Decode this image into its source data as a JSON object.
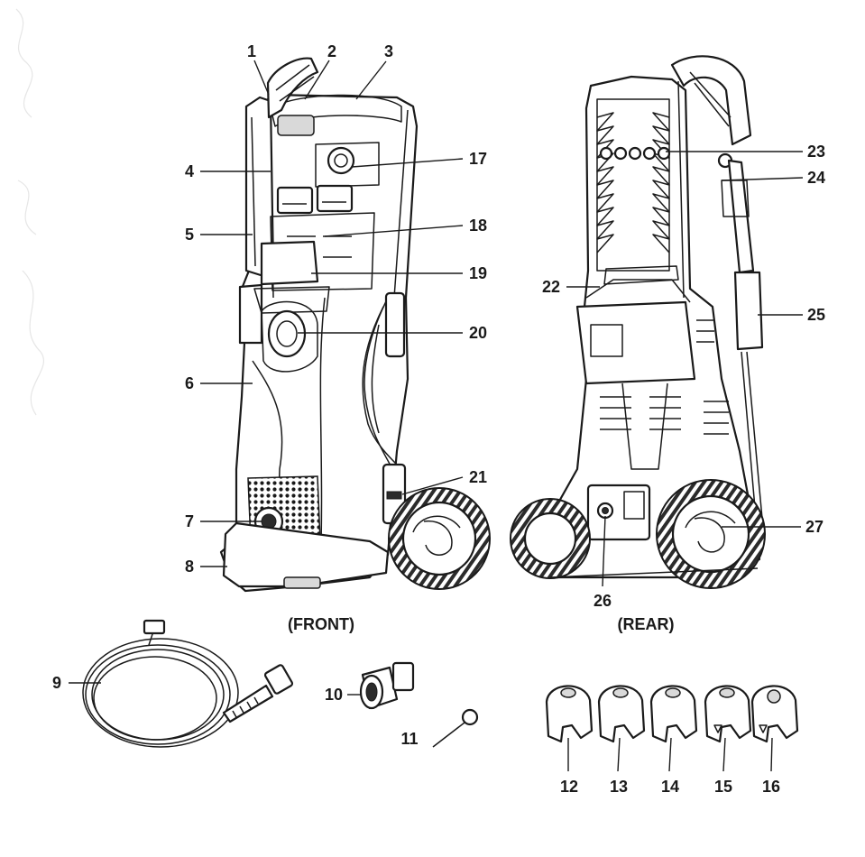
{
  "captions": {
    "front": "(FRONT)",
    "rear": "(REAR)"
  },
  "callouts": [
    "1",
    "2",
    "3",
    "4",
    "5",
    "6",
    "7",
    "8",
    "9",
    "10",
    "11",
    "12",
    "13",
    "14",
    "15",
    "16",
    "17",
    "18",
    "19",
    "20",
    "21",
    "22",
    "23",
    "24",
    "25",
    "26",
    "27"
  ]
}
